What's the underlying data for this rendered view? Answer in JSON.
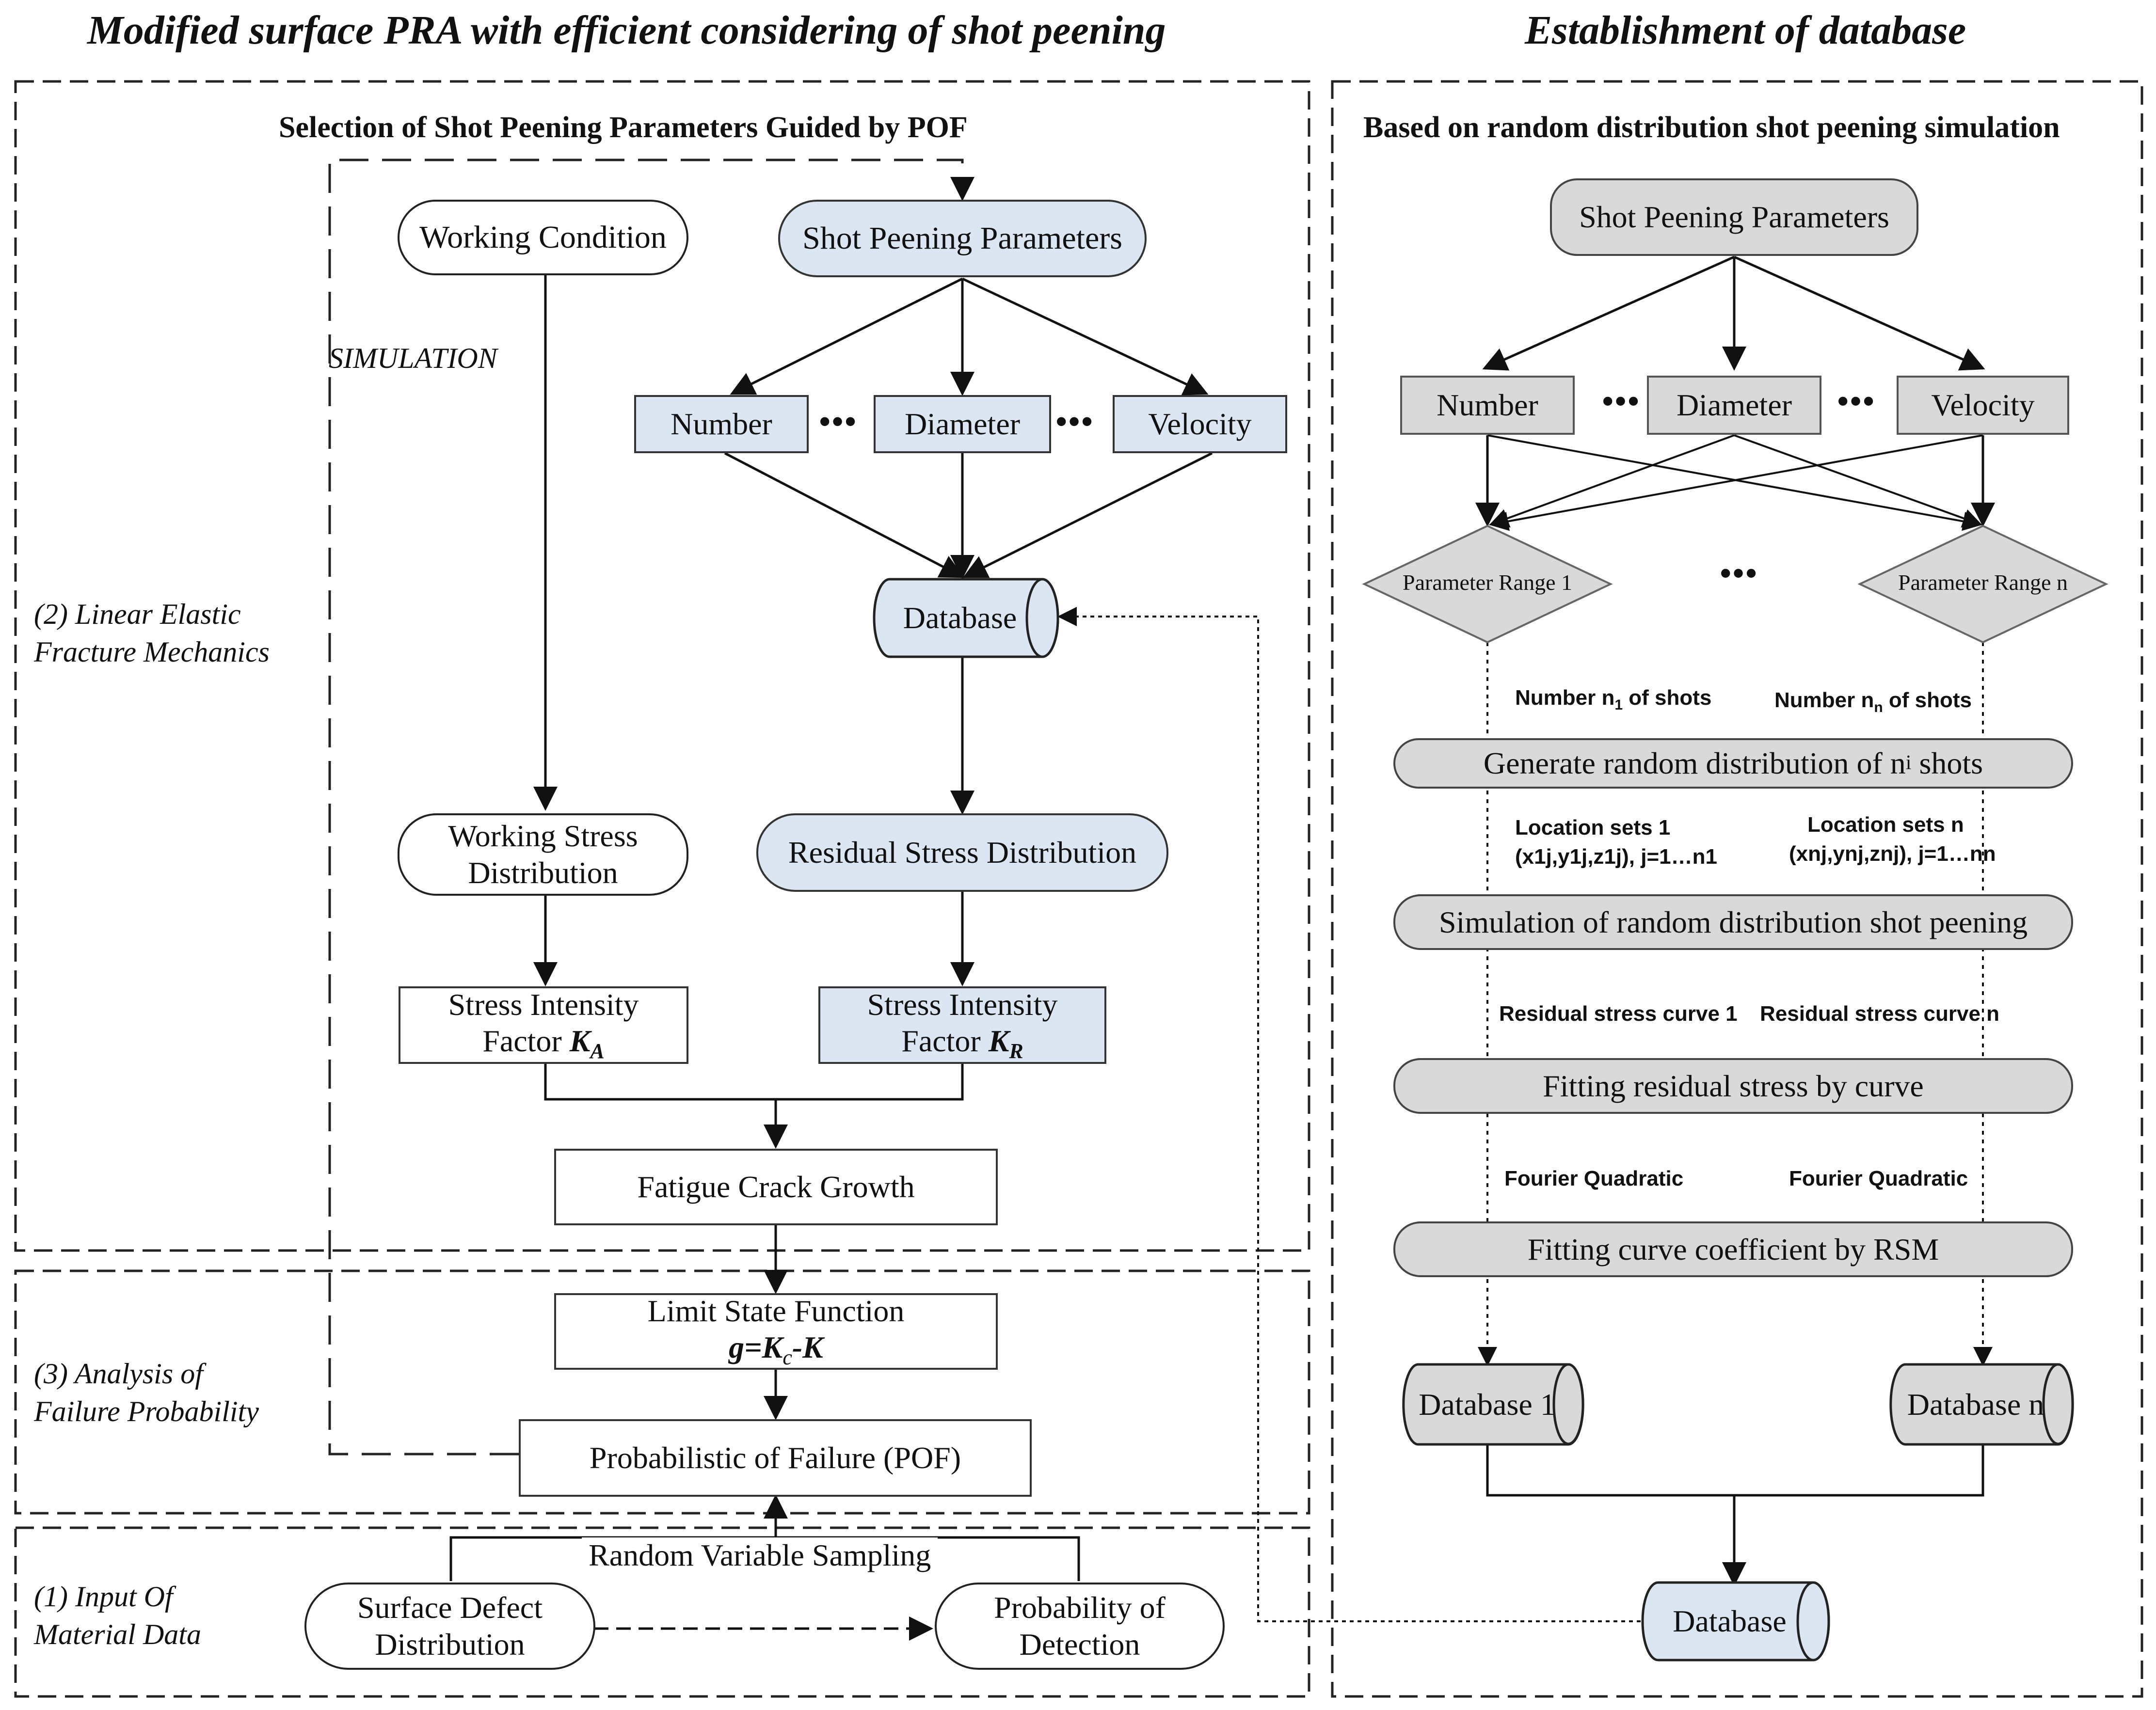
{
  "titles": {
    "left": "Modified surface PRA with efficient considering of shot peening",
    "right": "Establishment of database"
  },
  "left_panel": {
    "subtitle": "Selection of Shot Peening Parameters Guided by POF",
    "simulation_label": "SIMULATION",
    "section_labels": {
      "lefm_line1": "(2) Linear Elastic",
      "lefm_line2": "Fracture Mechanics",
      "afp_line1": "(3) Analysis  of",
      "afp_line2": "Failure Probability",
      "input_line1": "(1) Input Of",
      "input_line2": "Material  Data"
    },
    "nodes": {
      "working_condition": "Working Condition",
      "shot_peening_parameters": "Shot Peening Parameters",
      "number": "Number",
      "diameter": "Diameter",
      "velocity": "Velocity",
      "ellipsis": "•••",
      "database": "Database",
      "working_stress_line1": "Working Stress",
      "working_stress_line2": "Distribution",
      "residual_stress": "Residual Stress Distribution",
      "sif_a_line1": "Stress Intensity",
      "sif_a_line2": "Factor ",
      "sif_a_sym": "K",
      "sif_a_sub": "A",
      "sif_r_line1": "Stress Intensity",
      "sif_r_line2": "Factor ",
      "sif_r_sym": "K",
      "sif_r_sub": "R",
      "fatigue_crack_growth": "Fatigue Crack Growth",
      "limit_state_line1": "Limit State Function",
      "limit_state_g": "g=",
      "limit_state_kc": "K",
      "limit_state_c": "c",
      "limit_state_k": "-K",
      "pof": "Probabilistic of Failure (POF)",
      "random_sampling": "Random Variable Sampling",
      "surface_defect_line1": "Surface Defect",
      "surface_defect_line2": "Distribution",
      "pod_line1": "Probability of",
      "pod_line2": "Detection"
    }
  },
  "right_panel": {
    "subtitle": "Based on random distribution shot peening simulation",
    "nodes": {
      "shot_peening_parameters": "Shot Peening Parameters",
      "number": "Number",
      "diameter": "Diameter",
      "velocity": "Velocity",
      "ellipsis": "•••",
      "range1": "Parameter Range 1",
      "rangen": "Parameter Range n",
      "generate_prefix": "Generate random distribution of n",
      "generate_sub": "i",
      "generate_suffix": " shots",
      "simulation": "Simulation of random distribution shot peening",
      "fitting_curve": "Fitting residual stress by curve",
      "fitting_rsm": "Fitting curve coefficient by RSM",
      "database1": "Database 1",
      "databasen": "Database n",
      "database": "Database"
    },
    "annotations": {
      "shots1_a": "Number n",
      "shots1_sub": "1",
      "shots1_b": " of shots",
      "shotsn_a": "Number n",
      "shotsn_sub": "n",
      "shotsn_b": " of shots",
      "loc1_line1": "Location sets 1",
      "locn_line1": "Location sets n",
      "loc1_line2": "(x1j,y1j,z1j), j=1…n1",
      "locn_line2": "(xnj,ynj,znj), j=1…nn",
      "curve1": "Residual stress curve 1",
      "curven": "Residual stress curve n",
      "fourier1": "Fourier Quadratic",
      "fouriern": "Fourier Quadratic"
    }
  },
  "colors": {
    "blue_fill": "#dce6f2",
    "gray_fill": "#d9d9d9",
    "line": "#222222"
  }
}
